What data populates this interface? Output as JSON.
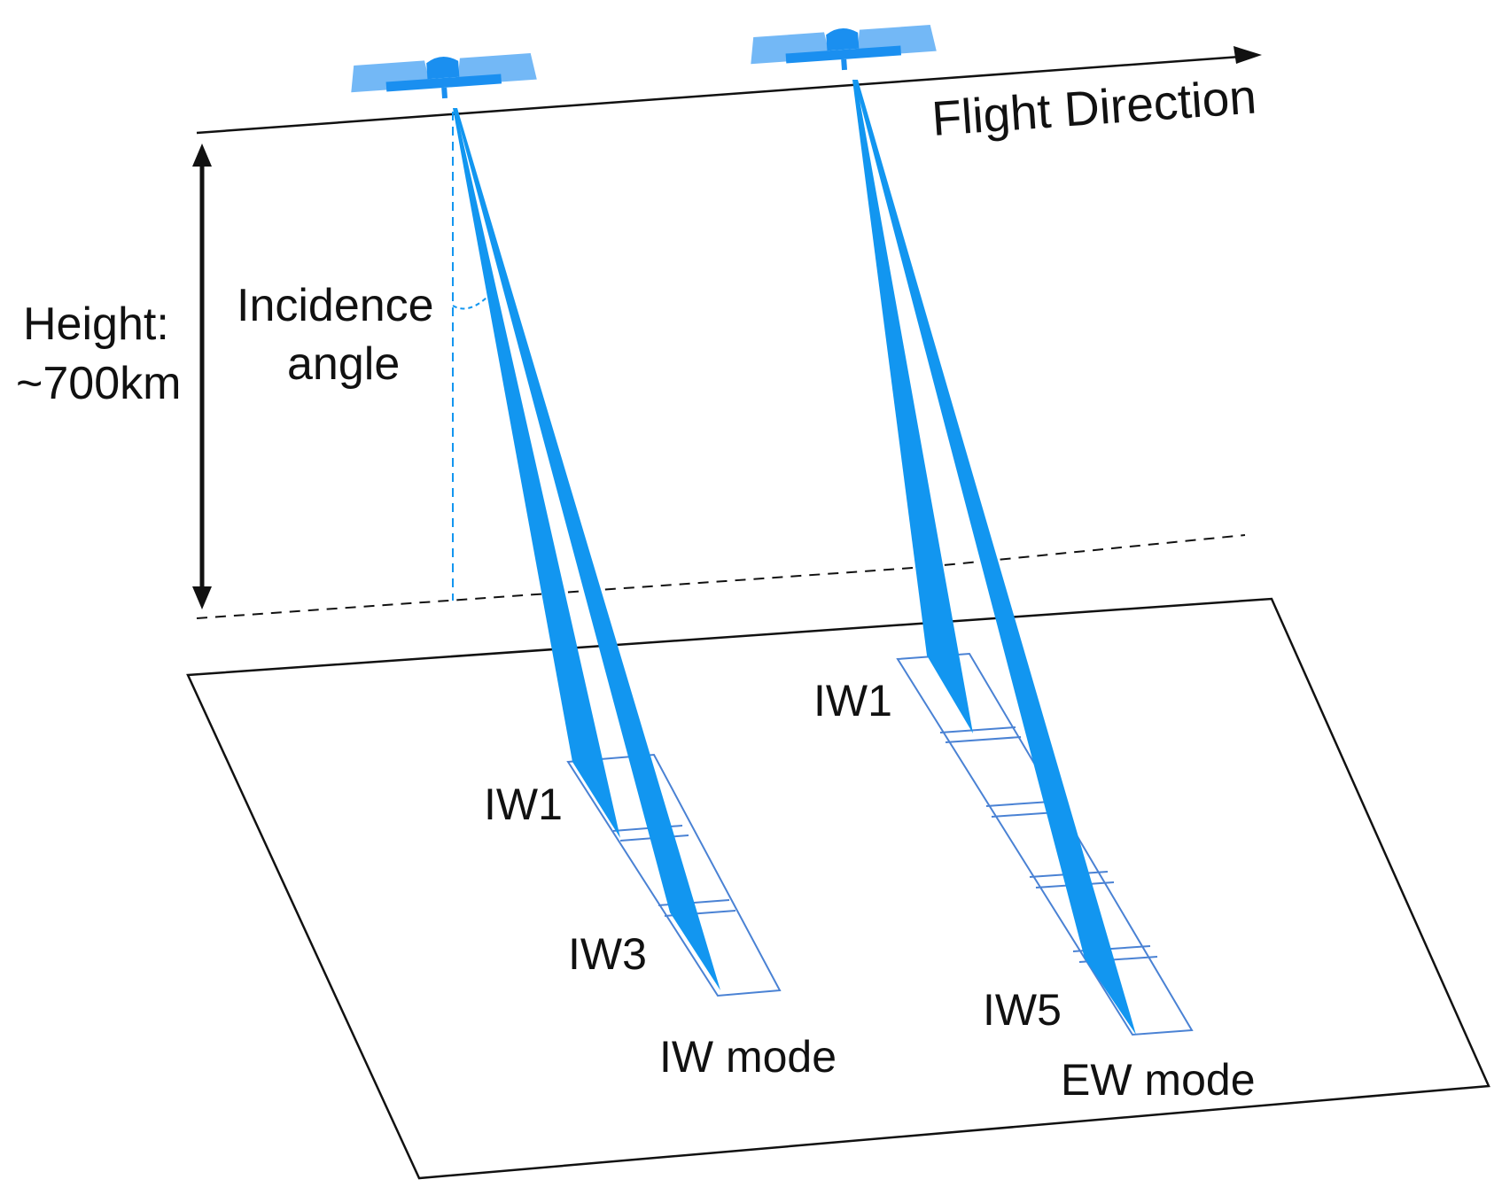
{
  "labels": {
    "flight_direction": "Flight Direction",
    "height_line1": "Height:",
    "height_line2": "~700km",
    "incidence_line1": "Incidence",
    "incidence_line2": "angle",
    "iw_mode": {
      "label": "IW mode",
      "swath_first": "IW1",
      "swath_last": "IW3"
    },
    "ew_mode": {
      "label": "EW mode",
      "swath_first": "IW1",
      "swath_last": "IW5"
    }
  },
  "colors": {
    "beam": "#1296f0",
    "satellite_panel": "#5aacf5",
    "satellite_body": "#1a8ff0",
    "footprint_outline": "#4a82d4",
    "line": "#111111"
  },
  "icons": {
    "satellite": "satellite-icon",
    "arrow": "arrow-right-icon",
    "height_arrow": "double-arrow-vertical-icon"
  }
}
